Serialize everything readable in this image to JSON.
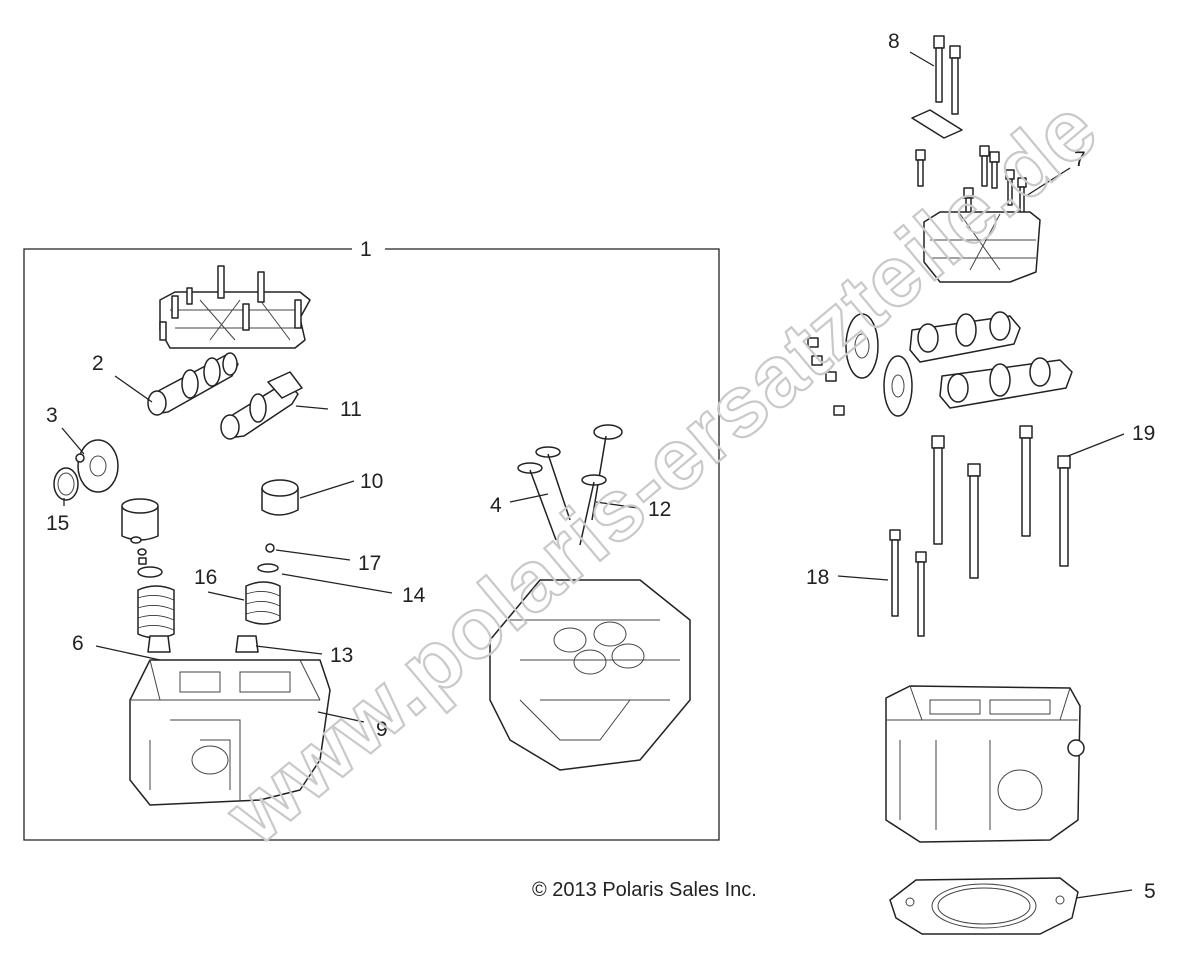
{
  "diagram": {
    "copyright": "© 2013 Polaris Sales Inc.",
    "watermark": "www.polaris-ersatzteile.de",
    "kit_label": "1",
    "callouts": {
      "c2": "2",
      "c3": "3",
      "c4": "4",
      "c5": "5",
      "c6": "6",
      "c7": "7",
      "c8": "8",
      "c9": "9",
      "c10": "10",
      "c11": "11",
      "c12": "12",
      "c13": "13",
      "c14": "14",
      "c15": "15",
      "c16": "16",
      "c17": "17",
      "c18": "18",
      "c19": "19"
    },
    "parts": [
      "cylinder-head-kit",
      "camshaft-intake",
      "cam-sprocket",
      "intake-valve",
      "cylinder-head-gasket",
      "valve-seal",
      "cam-cap-bolts",
      "head-bolts",
      "cylinder-head",
      "bucket-tappet",
      "camshaft-exhaust",
      "exhaust-valve",
      "valve-seal-exhaust",
      "spring-retainer",
      "retaining-ring",
      "valve-spring",
      "valve-keeper",
      "stud-short",
      "stud-long"
    ]
  }
}
